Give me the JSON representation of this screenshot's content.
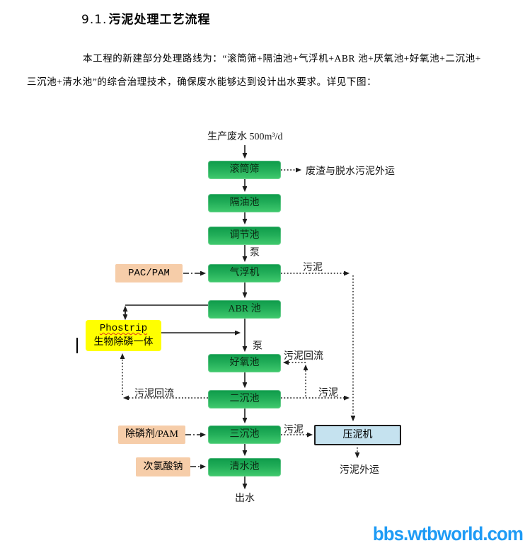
{
  "page": {
    "heading_number": "9.1.",
    "heading_title": "污泥处理工艺流程",
    "paragraph_line1": "本工程的新建部分处理路线为：“滚筒筛+隔油池+气浮机+ABR 池+厌氧池+好氧池+二沉池+",
    "paragraph_line2": "三沉池+清水池”的综合治理技术，确保废水能够达到设计出水要求。详见下图：",
    "watermark": "bbs.wtbworld.com"
  },
  "flow": {
    "influent_label": "生产废水 500m³/d",
    "boxes": {
      "drum_screen": "滚筒筛",
      "oil_separator": "隔油池",
      "regulating_tank": "调节池",
      "air_flotation": "气浮机",
      "abr_tank": "ABR 池",
      "aerobic_tank": "好氧池",
      "secondary_clarifier": "二沉池",
      "tertiary_clarifier": "三沉池",
      "clear_water_tank": "清水池",
      "sludge_press": "压泥机"
    },
    "side_boxes": {
      "pac_pam": "PAC/PAM",
      "phostrip_en": "Phostrip",
      "phostrip_cn": "生物除磷一体",
      "phosphorus_removal_pam": "除磷剂/PAM",
      "sodium_hypochlorite": "次氯酸钠"
    },
    "labels": {
      "waste_residue_out": "废渣与脱水污泥外运",
      "pump_1": "泵",
      "pump_2": "泵",
      "sludge_from_flotation": "污泥",
      "sludge_return_to_aerobic": "污泥回流",
      "sludge_return_to_phostrip": "污泥回流",
      "sludge_from_secondary": "污泥",
      "sludge_to_press": "污泥",
      "sludge_out": "污泥外运",
      "effluent": "出水"
    },
    "colors": {
      "process_box_green_top": "#0e9b4a",
      "process_box_green_bottom": "#41ca6e",
      "chemical_box_peach": "#f6cda9",
      "phostrip_yellow": "#ffff00",
      "press_box_blue": "#c5e2ef",
      "watermark_blue": "#1e9bf5"
    }
  }
}
